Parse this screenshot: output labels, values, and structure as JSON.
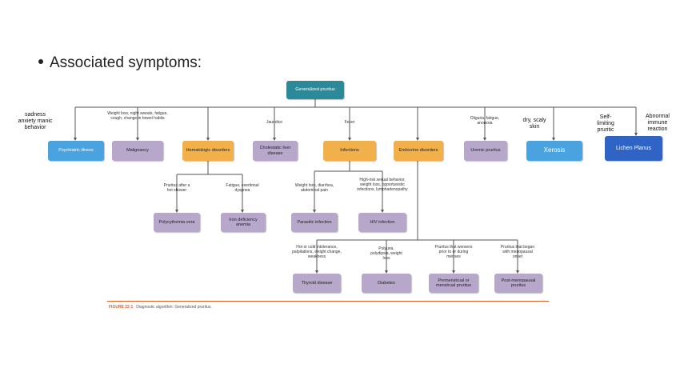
{
  "slide": {
    "bullet_title": "Associated symptoms:"
  },
  "colors": {
    "teal": "#2b8a9a",
    "blue": "#4aa3de",
    "purple": "#b7a7cb",
    "orange": "#f2b04a",
    "darkblue": "#2f63c4",
    "line": "#555555",
    "caption": "#d9622b"
  },
  "nodes": {
    "root": "Generalized pruritus",
    "psychiatric": "Psychiatric illness",
    "malignancy": "Malignancy",
    "hematologic": "Hematologic disorders",
    "cholestatic": "Cholestatic liver disease",
    "infections": "Infections",
    "endocrine": "Endocrine disorders",
    "uremic": "Uremic pruritus",
    "xerosis": "Xerosis",
    "lichen": "Lichen Planus",
    "polycythemia": "Polycythemia vera",
    "iron": "Iron deficiency anemia",
    "parasitic": "Parasitic infection",
    "hiv": "HIV infection",
    "thyroid": "Thyroid disease",
    "diabetes": "Diabetes",
    "premenstrual": "Premenstrual or menstrual pruritus",
    "postmenopausal": "Post-menopausal pruritus"
  },
  "labels": {
    "psychiatric": "sadness anxiety manic behavior",
    "malignancy": "Weight loss, night sweats, fatigue, cough, change in bowel habits",
    "cholestatic": "Jaundice",
    "infections": "Fever",
    "uremic": "Oliguria, fatigue, anorexia",
    "xerosis": "dry, scaly skin",
    "selflimiting": "Self-limiting pruritic",
    "lichen": "Abnormal immune reaction",
    "polycythemia": "Pruritus after a hot shower",
    "iron": "Fatigue, exertional dyspnea",
    "parasitic": "Weight loss, diarrhea, abdominal pain",
    "hiv": "High-risk sexual behavior, weight loss, opportunistic infections, lymphadenopathy",
    "thyroid": "Hot or cold intolerance, palpitations, weight change, weakness",
    "diabetes": "Polyuria, polydipsia, weight loss",
    "premenstrual": "Pruritus that worsens prior to or during menses",
    "postmenopausal": "Pruritus that began with menopausal onset"
  },
  "caption": {
    "figure": "FIGURE 22-1",
    "text": "Diagnostic algorithm: Generalized pruritus."
  }
}
